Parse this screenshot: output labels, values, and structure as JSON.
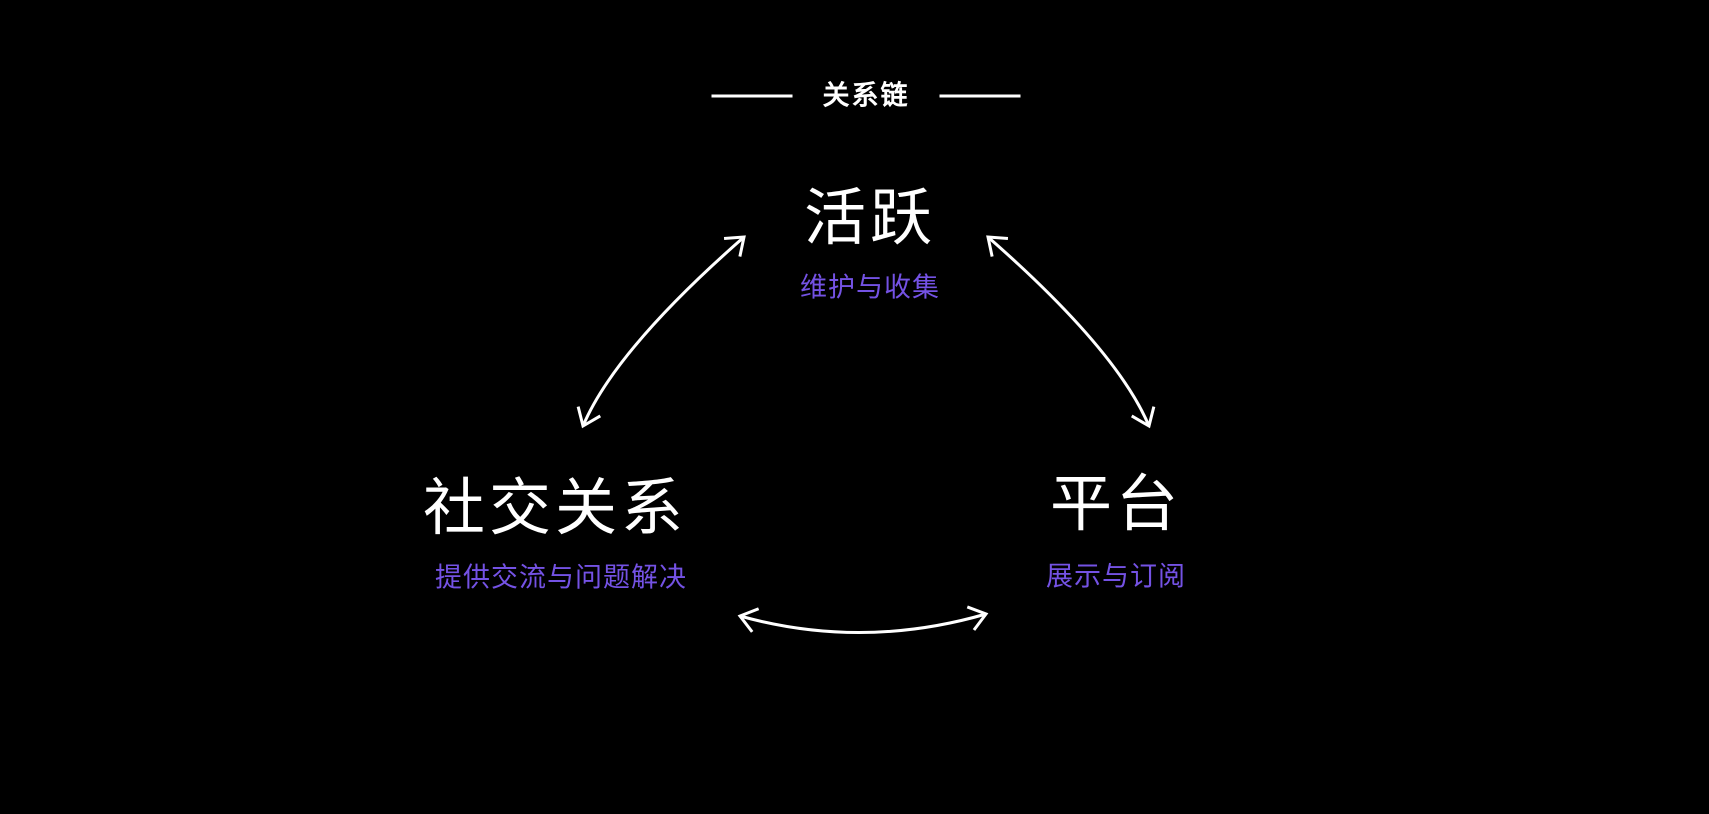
{
  "page": {
    "background_color": "#000000",
    "text_color": "#FFFFFF",
    "accent_color": "#7452E4",
    "arrow_color": "#FFFFFF"
  },
  "header": {
    "title": "关系链"
  },
  "nodes": {
    "top": {
      "id": "active",
      "title": "活跃",
      "subtitle": "维护与收集"
    },
    "left": {
      "id": "social",
      "title": "社交关系",
      "subtitle": "提供交流与问题解决"
    },
    "right": {
      "id": "platform",
      "title": "平台",
      "subtitle": "展示与订阅"
    }
  },
  "edges": [
    {
      "from": "社交关系",
      "to": "活跃",
      "bidirectional": true
    },
    {
      "from": "活跃",
      "to": "平台",
      "bidirectional": true
    },
    {
      "from": "社交关系",
      "to": "平台",
      "bidirectional": true
    }
  ]
}
